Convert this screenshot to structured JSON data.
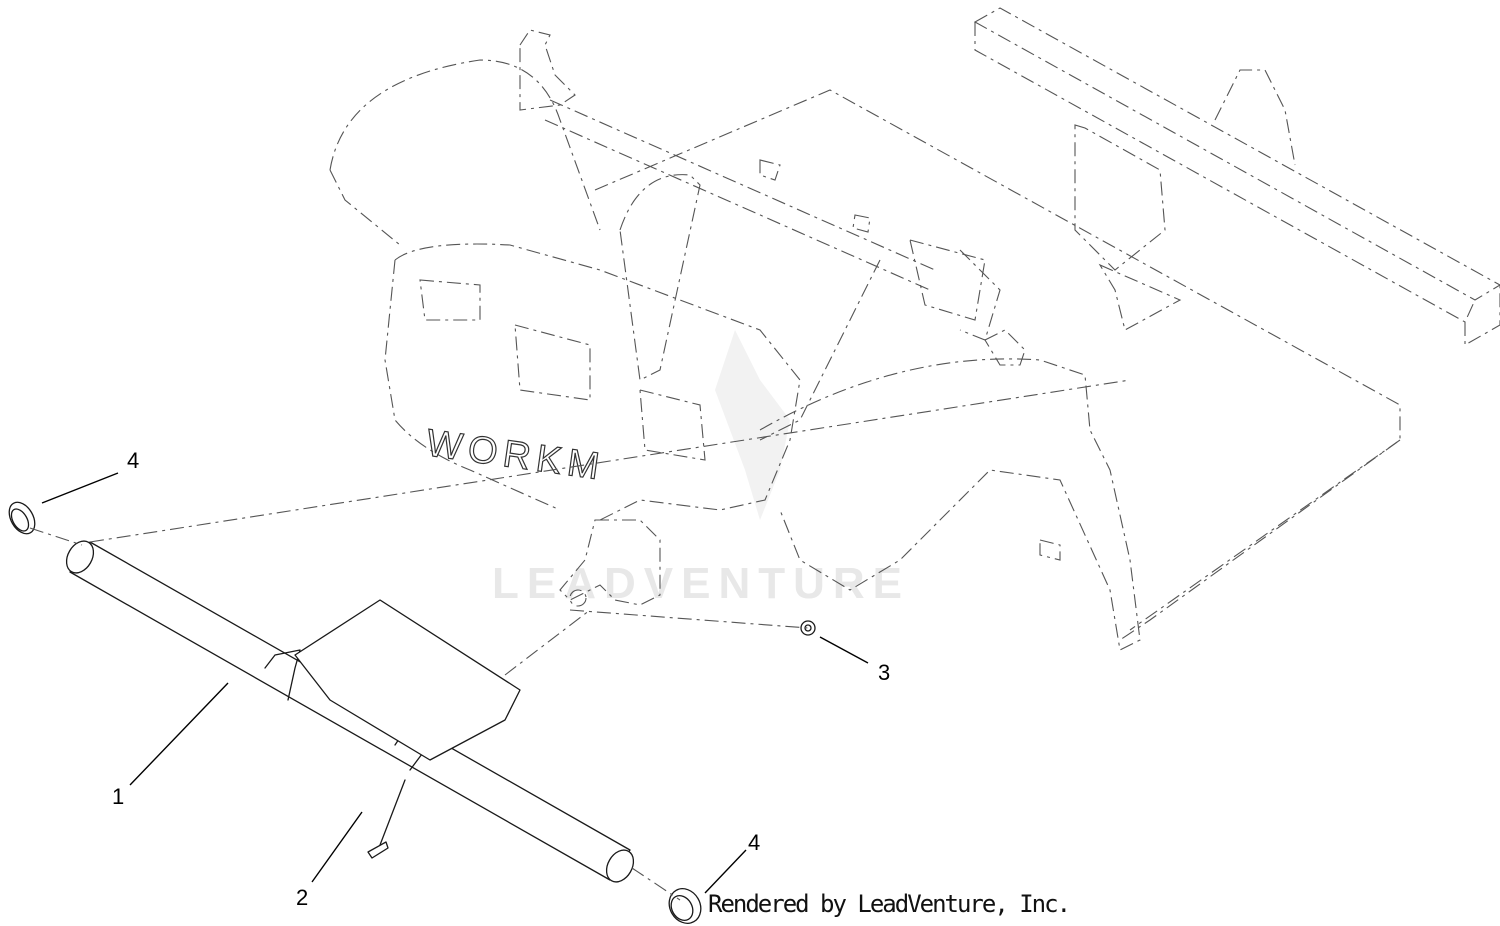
{
  "brand_mark": "WORKM",
  "watermark": "LEADVENTURE",
  "credit": "Rendered by LeadVenture, Inc.",
  "callouts": [
    {
      "id": "1",
      "label": "1"
    },
    {
      "id": "2",
      "label": "2"
    },
    {
      "id": "3",
      "label": "3"
    },
    {
      "id": "4a",
      "label": "4"
    },
    {
      "id": "4b",
      "label": "4"
    }
  ]
}
